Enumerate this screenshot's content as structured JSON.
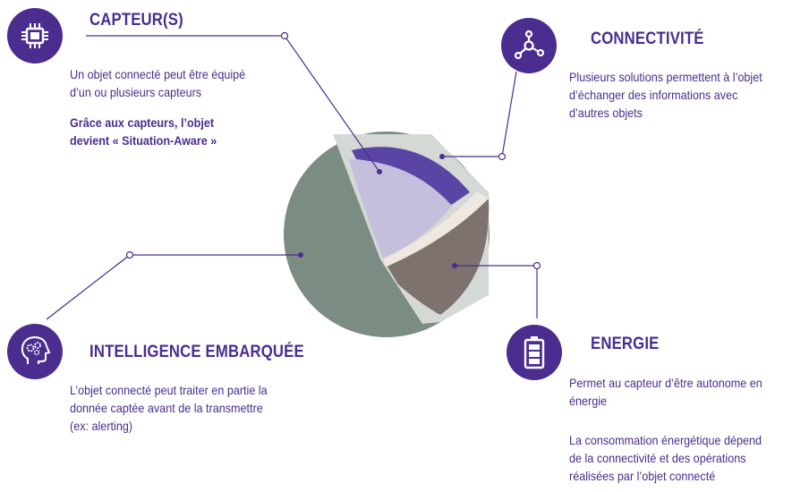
{
  "colors": {
    "accent": "#4a2d8f",
    "line": "#4a2d8f",
    "sphere_outer": "#7b8d83",
    "shell_rim": "#d4d9d6",
    "violet_core": "#c5bedc",
    "violet_band": "#5b45a4",
    "brown_quarter": "#7e726f",
    "cream_band": "#efe8e0"
  },
  "capteurs": {
    "icon": "chip-icon",
    "title": "CAPTEUR(S)",
    "desc1": "Un objet connecté peut être équipé d’un ou plusieurs capteurs",
    "desc2": "Grâce aux capteurs, l’objet devient « Situation-Aware »"
  },
  "connectivite": {
    "icon": "network-nodes-icon",
    "title": "CONNECTIVITÉ",
    "desc": "Plusieurs solutions permettent à l’objet d’échanger des informations avec d’autres objets"
  },
  "intelligence": {
    "icon": "brain-gears-icon",
    "title": "INTELLIGENCE EMBARQUÉE",
    "desc": "L’objet connecté peut traiter en partie la donnée captée avant de la transmettre (ex: alerting)"
  },
  "energie": {
    "icon": "battery-icon",
    "title": "ENERGIE",
    "desc1": "Permet au capteur d’être autonome en énergie",
    "desc2": "La consommation énergétique dépend de la connectivité et des opérations réalisées par l’objet connecté"
  }
}
